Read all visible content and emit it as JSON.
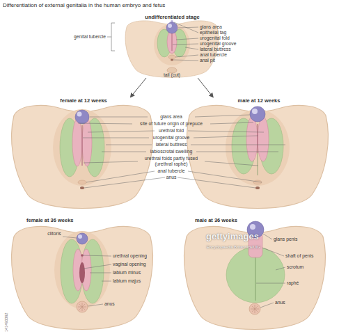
{
  "diagram": {
    "title": "Differentiation of external genitalia in the human embryo and fetus",
    "nodes": [
      {
        "text": [
          "undifferentiated stage"
        ]
      },
      {
        "text": [
          "female at 12 weeks"
        ]
      },
      {
        "text": [
          "male at 12 weeks"
        ]
      },
      {
        "text": [
          "female at 36 weeks"
        ]
      },
      {
        "text": [
          "male at 36 weeks"
        ]
      }
    ],
    "edges": [
      {
        "from": 0,
        "to": 1,
        "arrow": "to"
      },
      {
        "from": 0,
        "to": 2,
        "arrow": "to"
      }
    ],
    "labels": [
      "glans area",
      "epithelial tag",
      "urogenital fold",
      "urogenital groove",
      "lateral buttress",
      "anal tubercle",
      "anal pit",
      "genital tubercle",
      "tail (cut)",
      "glans area",
      "site of future origin of prepuce",
      "urethral fold",
      "urogenital groove",
      "lateral buttress",
      "labioscrotal swelling",
      "urethral folds partly fused (urethral raphé)",
      "anal tubercle",
      "anus",
      "clitoris",
      "urethral opening",
      "vaginal opening",
      "labium minus",
      "labium majus",
      "anus",
      "glans penis",
      "shaft of penis",
      "scrotum",
      "raphé",
      "anus",
      "gettyimages",
      "Encyclopaedia Britannica/UIG",
      "141493392"
    ]
  }
}
